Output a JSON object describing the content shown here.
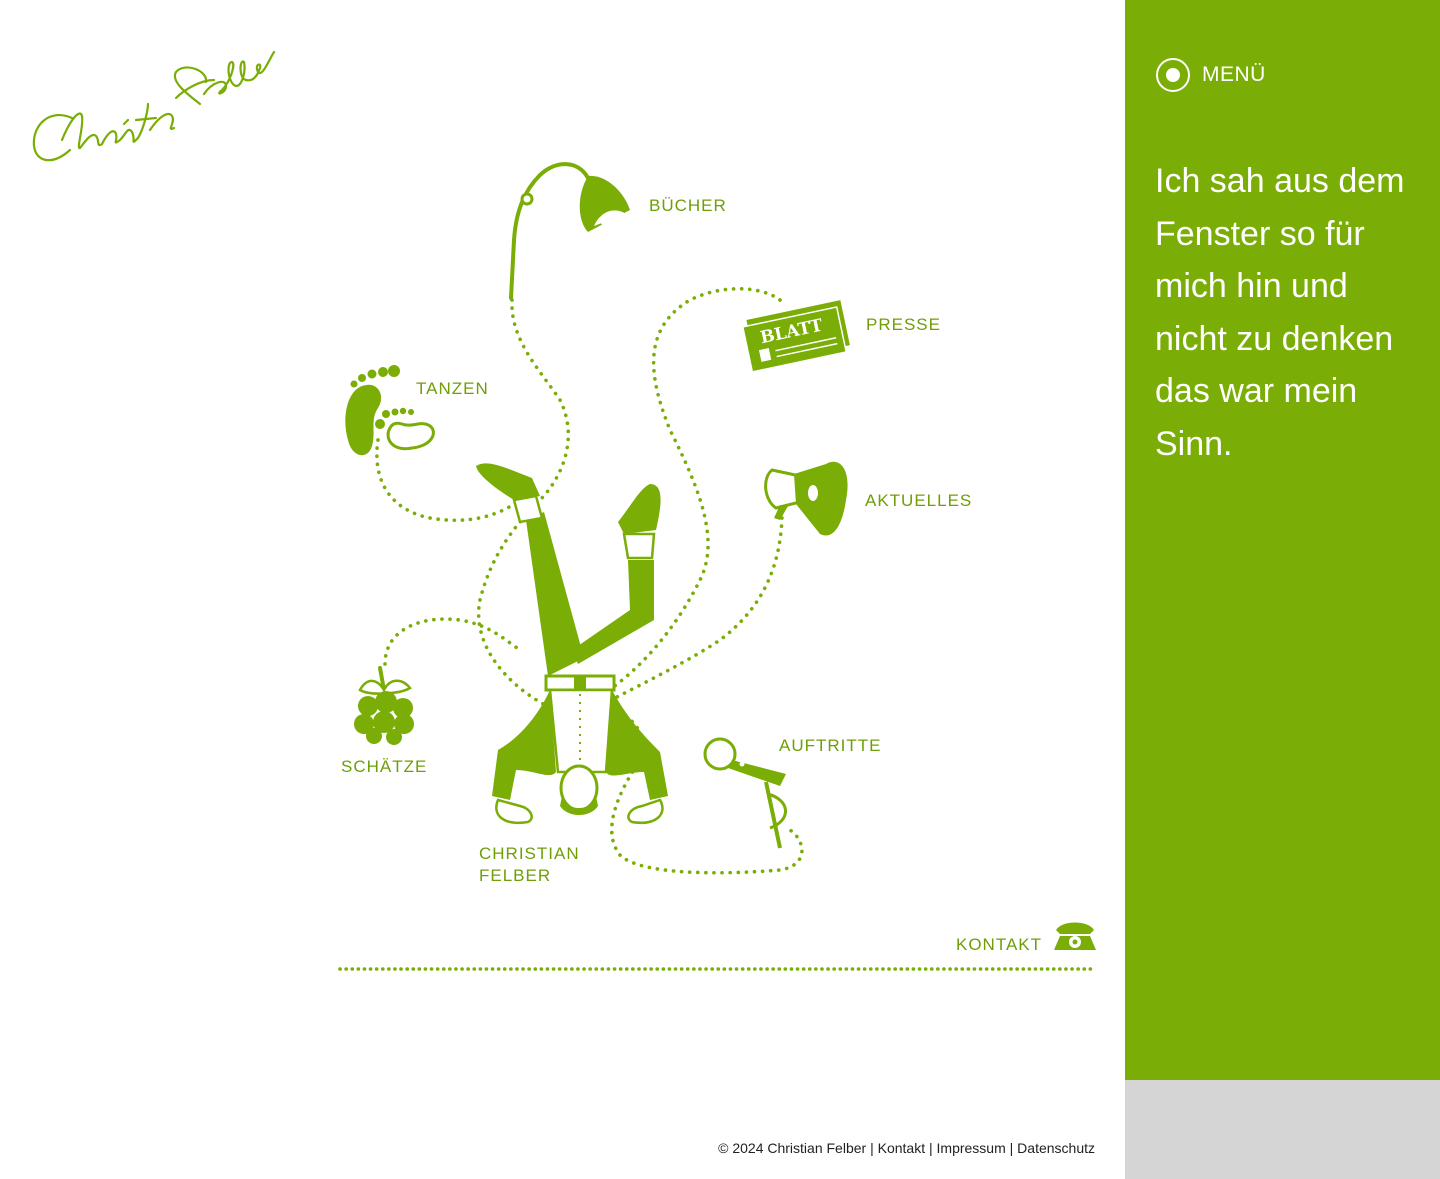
{
  "brand": {
    "signature_text": "Christian Felber"
  },
  "nav": {
    "buecher": "BÜCHER",
    "presse": "PRESSE",
    "tanzen": "TANZEN",
    "aktuelles": "AKTUELLES",
    "schaetze": "SCHÄTZE",
    "auftritte": "AUFTRITTE",
    "christian": "CHRISTIAN",
    "felber": "FELBER",
    "kontakt": "KONTAKT"
  },
  "newspaper_label": "BLATT",
  "sidebar": {
    "menu_label": "MENÜ",
    "quote": "Ich sah aus dem Fenster so für mich hin und nicht zu denken das war mein Sinn."
  },
  "footer": {
    "copyright": "© 2024 Christian Felber",
    "sep": "|",
    "kontakt": "Kontakt",
    "impressum": "Impressum",
    "datenschutz": "Datenschutz"
  },
  "colors": {
    "accent": "#7aad06",
    "text_green": "#6f9e07",
    "sidebar_bottom": "#d5d5d5"
  },
  "icons": [
    "signature-logo",
    "lamp-icon",
    "newspaper-icon",
    "footprints-icon",
    "megaphone-icon",
    "raspberry-icon",
    "microphone-icon",
    "telephone-icon",
    "upside-down-man-illustration",
    "menu-radio-icon"
  ]
}
